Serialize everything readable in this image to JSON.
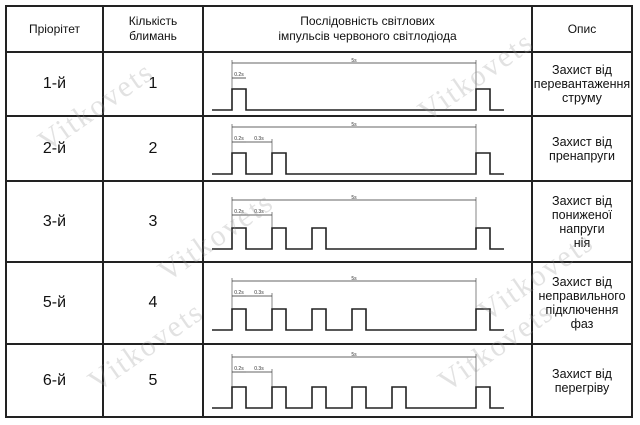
{
  "table": {
    "headers": {
      "priority": "Пріорітет",
      "count": "Кількість\nблимань",
      "sequence": "Послідовність світлових\nімпульсів червоного світлодіода",
      "description": "Опис"
    },
    "rows": [
      {
        "priority": "1-й",
        "count": "1",
        "pulses": 1,
        "description": "Захист від\nперевантаження\nструму"
      },
      {
        "priority": "2-й",
        "count": "2",
        "pulses": 2,
        "description": "Захист від\nпренапруги"
      },
      {
        "priority": "3-й",
        "count": "3",
        "pulses": 3,
        "description": "Захист від\nпониженої\nнапруги\nнія"
      },
      {
        "priority": "5-й",
        "count": "4",
        "pulses": 4,
        "description": "Захист від\nнеправильного\nпідключення\nфаз"
      },
      {
        "priority": "6-й",
        "count": "5",
        "pulses": 5,
        "description": "Захист від\nперегріву"
      }
    ],
    "timing_labels": {
      "on": "0.2s",
      "off": "0.3s",
      "period": "5s"
    }
  },
  "watermark": "Vitkovets"
}
